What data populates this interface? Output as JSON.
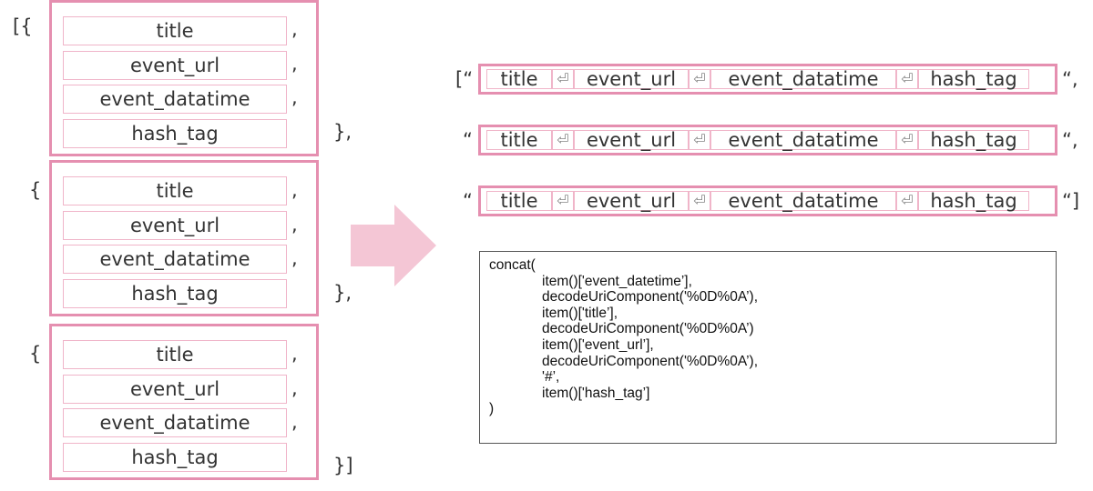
{
  "left": {
    "open_bracket": "[{",
    "open_brace": "{",
    "close_1": "},",
    "close_2": "},",
    "close_3": "}]",
    "comma": ",",
    "fields": [
      "title",
      "event_url",
      "event_datatime",
      "hash_tag"
    ]
  },
  "right": {
    "row1_open": "[“",
    "row2_open": "“",
    "row3_open": "“",
    "row1_close": "“,",
    "row2_close": "“,",
    "row3_close": "“]",
    "newline_glyph": "⏎",
    "cells": [
      "title",
      "event_url",
      "event_datatime",
      "hash_tag"
    ]
  },
  "code": {
    "lines": [
      "concat(",
      "item()['event_datetime’],",
      "decodeUriComponent('%0D%0A’),",
      "item()['title’],",
      "decodeUriComponent('%0D%0A’)",
      "item()['event_url’],",
      "decodeUriComponent('%0D%0A’),",
      "'#’,",
      "item()['hash_tag’]",
      ")"
    ]
  },
  "colors": {
    "group_border": "#e58fb0",
    "field_border": "#f0b5c9",
    "arrow": "#f4c6d5"
  }
}
